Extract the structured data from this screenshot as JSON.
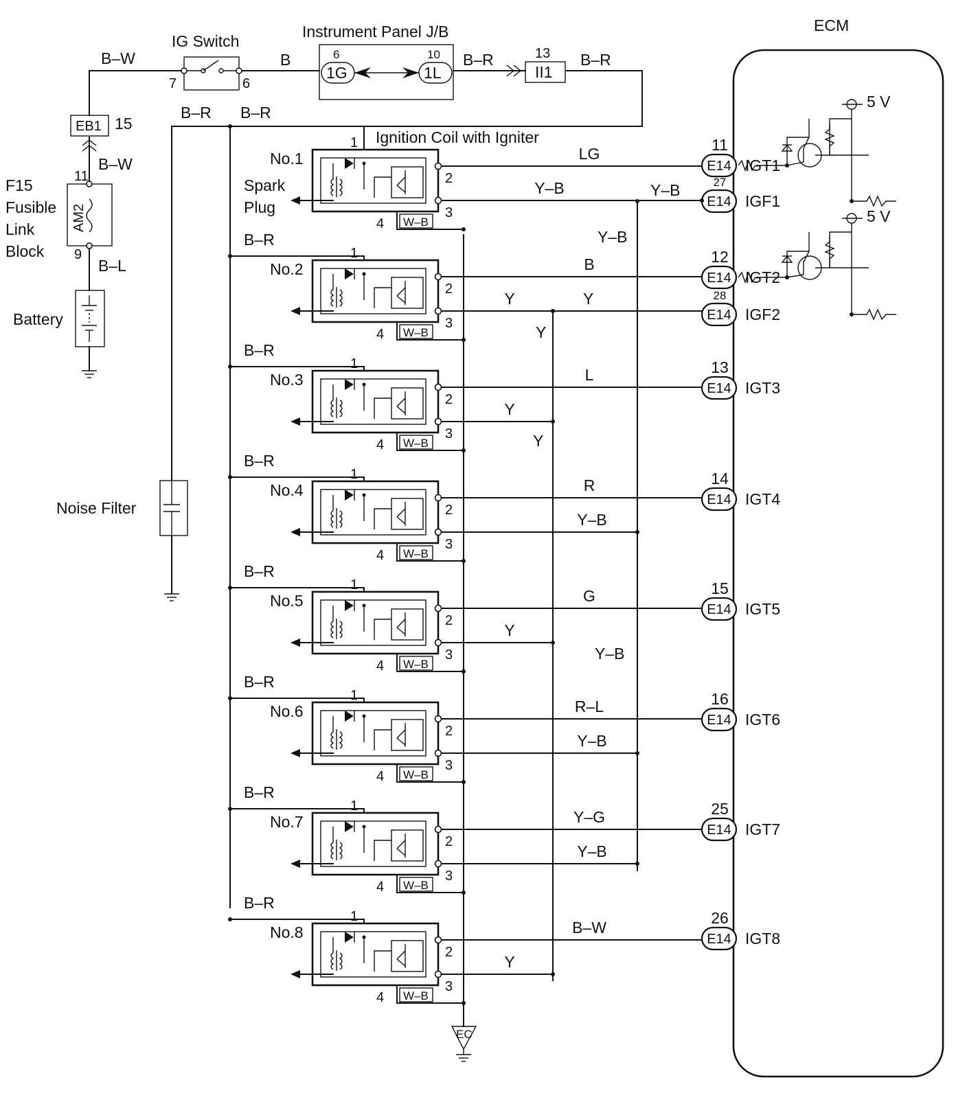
{
  "ecm": {
    "label": "ECM",
    "supply_top": "5 V",
    "supply_bottom": "5 V",
    "pins": [
      {
        "num": "11",
        "conn": "E14",
        "name": "IGT1"
      },
      {
        "num": "27",
        "conn": "E14",
        "name": "IGF1"
      },
      {
        "num": "12",
        "conn": "E14",
        "name": "IGT2"
      },
      {
        "num": "28",
        "conn": "E14",
        "name": "IGF2"
      },
      {
        "num": "13",
        "conn": "E14",
        "name": "IGT3"
      },
      {
        "num": "14",
        "conn": "E14",
        "name": "IGT4"
      },
      {
        "num": "15",
        "conn": "E14",
        "name": "IGT5"
      },
      {
        "num": "16",
        "conn": "E14",
        "name": "IGT6"
      },
      {
        "num": "25",
        "conn": "E14",
        "name": "IGT7"
      },
      {
        "num": "26",
        "conn": "E14",
        "name": "IGT8"
      }
    ]
  },
  "supply": {
    "ig_switch": {
      "label": "IG Switch",
      "pin_in": "7",
      "pin_out": "6"
    },
    "instrument_panel": {
      "label": "Instrument Panel J/B",
      "pin_a_num": "6",
      "pin_a": "1G",
      "pin_b_num": "10",
      "pin_b": "1L"
    },
    "connector_ii1": {
      "label": "II1",
      "num": "13"
    },
    "eb1": {
      "label": "EB1",
      "num": "15"
    },
    "fusible_link": {
      "label_lines": [
        "F15",
        "Fusible",
        "Link",
        "Block"
      ],
      "fuse": "AM2",
      "pin_top": "11",
      "pin_bottom": "9"
    },
    "battery": "Battery",
    "noise_filter": "Noise Filter",
    "wires": {
      "bw_top": "B–W",
      "b_switch": "B",
      "br_jb": "B–R",
      "br_right": "B–R",
      "br_left": "B–R",
      "br_bus": "B–R",
      "bw_eb1": "B–W",
      "bl_batt": "B–L"
    }
  },
  "coil_section": {
    "title": "Ignition Coil with Igniter",
    "spark_plug": "Spark Plug",
    "ground": "EC"
  },
  "coils": [
    {
      "label": "No.1",
      "p1": "1",
      "p2": "2",
      "p3": "3",
      "p4": "4",
      "gnd": "W–B",
      "igt_wire": "LG",
      "igf_wire": "Y–B",
      "br": "B–R"
    },
    {
      "label": "No.2",
      "p1": "1",
      "p2": "2",
      "p3": "3",
      "p4": "4",
      "gnd": "W–B",
      "igt_wire": "B",
      "igf_wire": "Y",
      "br": "B–R"
    },
    {
      "label": "No.3",
      "p1": "1",
      "p2": "2",
      "p3": "3",
      "p4": "4",
      "gnd": "W–B",
      "igt_wire": "L",
      "igf_wire": "Y",
      "br": "B–R"
    },
    {
      "label": "No.4",
      "p1": "1",
      "p2": "2",
      "p3": "3",
      "p4": "4",
      "gnd": "W–B",
      "igt_wire": "R",
      "igf_wire": "Y–B",
      "br": "B–R"
    },
    {
      "label": "No.5",
      "p1": "1",
      "p2": "2",
      "p3": "3",
      "p4": "4",
      "gnd": "W–B",
      "igt_wire": "G",
      "igf_wire": "Y",
      "br": "B–R"
    },
    {
      "label": "No.6",
      "p1": "1",
      "p2": "2",
      "p3": "3",
      "p4": "4",
      "gnd": "W–B",
      "igt_wire": "R–L",
      "igf_wire": "Y–B",
      "br": "B–R"
    },
    {
      "label": "No.7",
      "p1": "1",
      "p2": "2",
      "p3": "3",
      "p4": "4",
      "gnd": "W–B",
      "igt_wire": "Y–G",
      "igf_wire": "Y–B",
      "br": "B–R"
    },
    {
      "label": "No.8",
      "p1": "1",
      "p2": "2",
      "p3": "3",
      "p4": "4",
      "gnd": "W–B",
      "igt_wire": "B–W",
      "igf_wire": "Y",
      "br": ""
    }
  ],
  "bus_labels": {
    "igf1_right": "Y–B",
    "igf1_vert": "Y–B",
    "igf2_right": "Y",
    "igf2_vert_a": "Y",
    "igf2_vert_b": "Y",
    "igf1_vert_b": "Y–B"
  }
}
